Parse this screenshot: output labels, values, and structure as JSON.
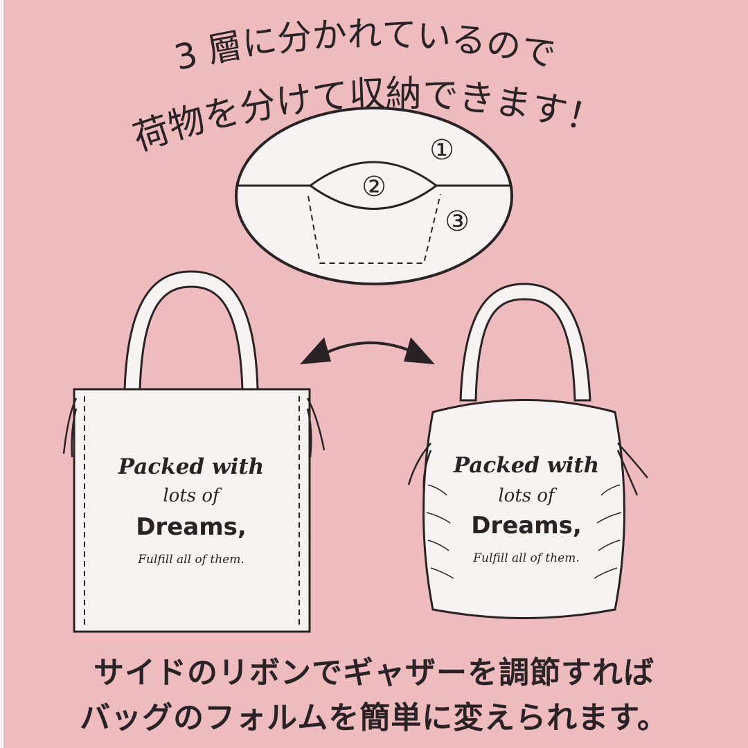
{
  "headline": {
    "line1": "3 層に分かれているので",
    "line2": "荷物を分けて収納できます！"
  },
  "compartments": [
    "①",
    "②",
    "③"
  ],
  "bag_print": {
    "line1": "Packed with",
    "line2": "lots of",
    "line3": "Dreams,",
    "line4": "Fulfill all of them."
  },
  "caption": {
    "line1": "サイドのリボンでギャザーを調節すれば",
    "line2": "バッグのフォルムを簡単に変えられます。"
  },
  "colors": {
    "background": "#eebcbf",
    "bag": "#f6f3f2",
    "ink": "#2a2224"
  }
}
